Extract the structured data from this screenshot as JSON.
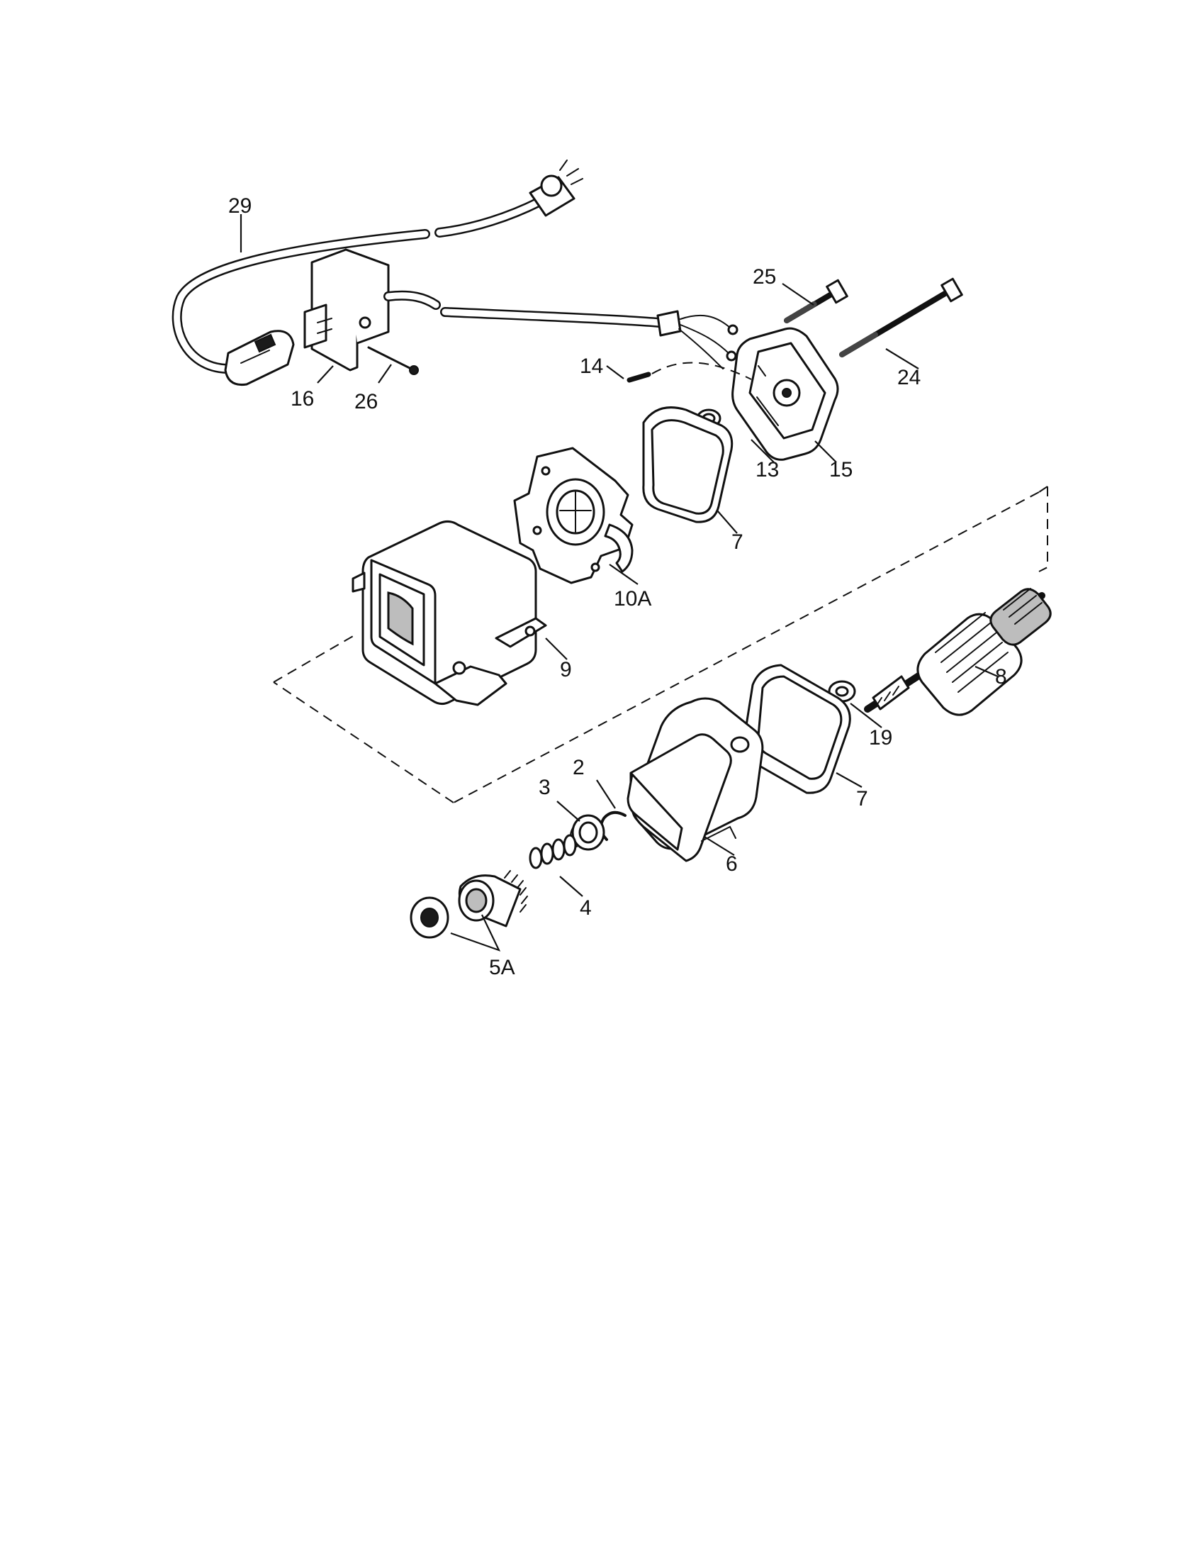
{
  "callouts": {
    "c29": "29",
    "c16": "16",
    "c26": "26",
    "c25": "25",
    "c24": "24",
    "c14": "14",
    "c13": "13",
    "c15": "15",
    "c7a": "7",
    "c10a": "10A",
    "c9": "9",
    "c8": "8",
    "c19": "19",
    "c7b": "7",
    "c2": "2",
    "c3": "3",
    "c6": "6",
    "c4": "4",
    "c5a": "5A"
  }
}
